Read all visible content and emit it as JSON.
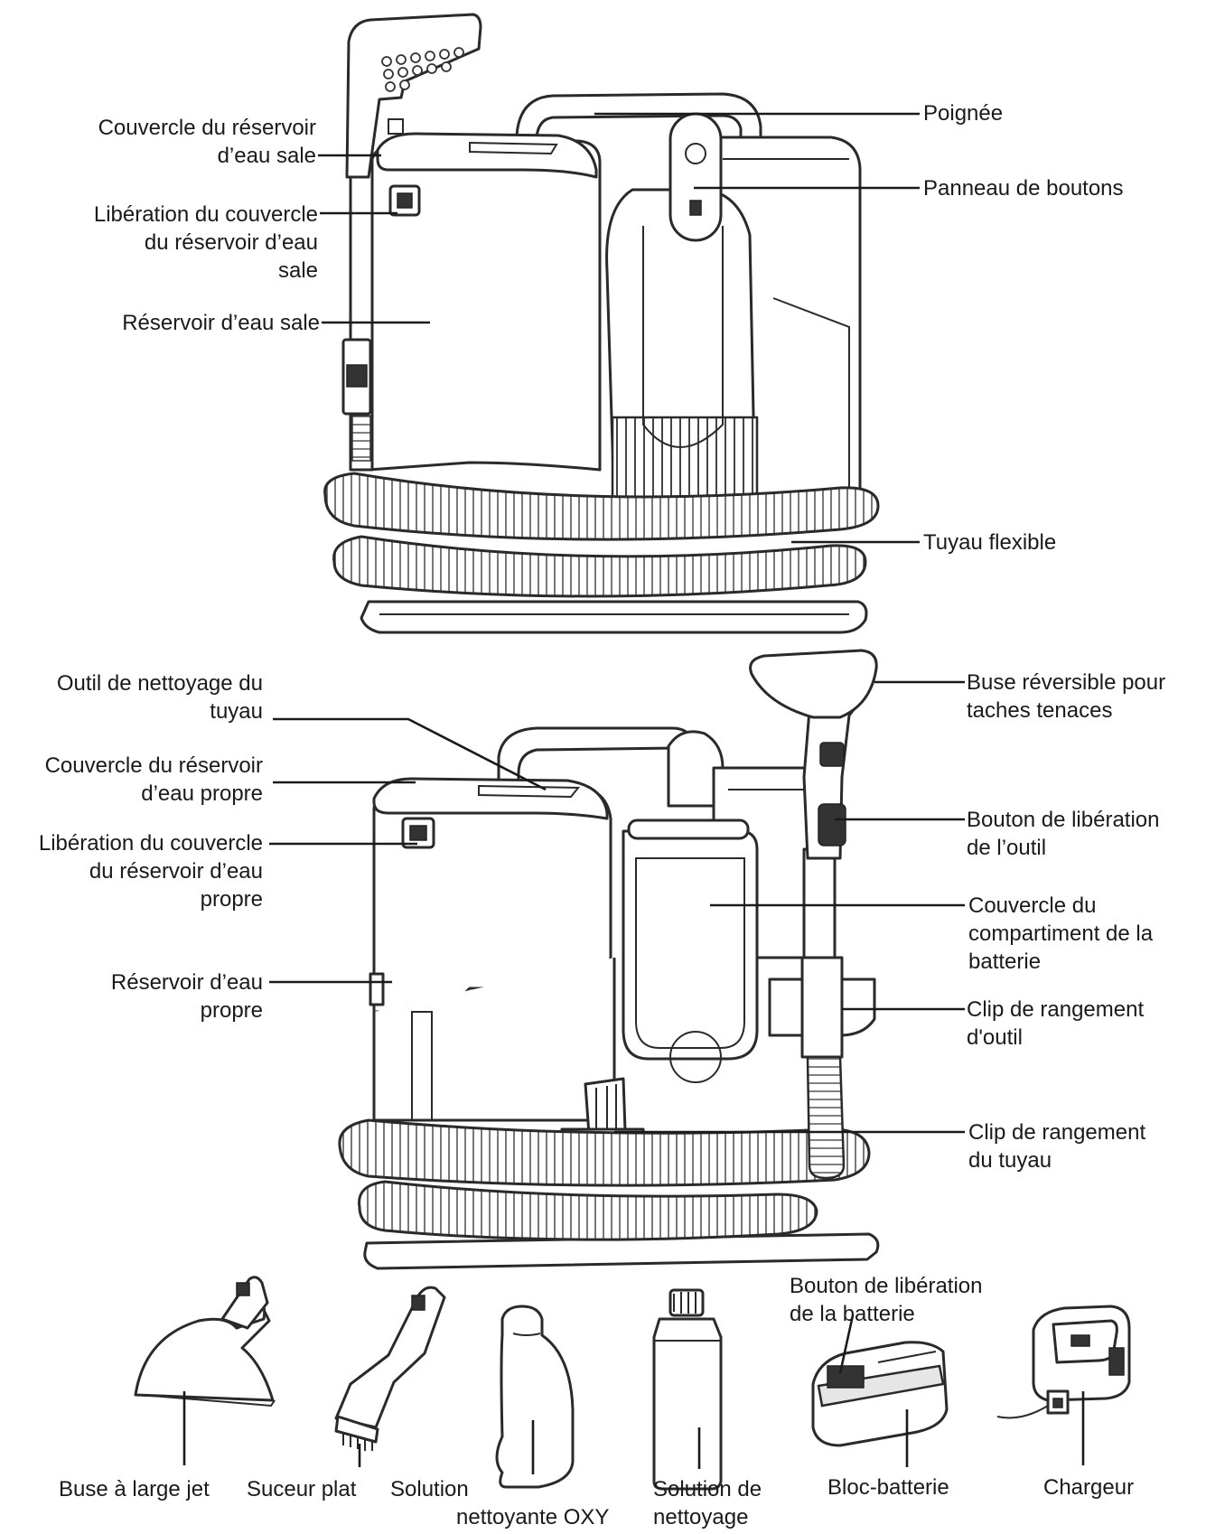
{
  "diagram": {
    "upper_unit": {
      "dirty_tank_lid": "Couvercle du réservoir\nd’eau sale",
      "dirty_tank_lid_release": "Libération du couvercle\ndu réservoir d’eau\nsale",
      "dirty_tank": "Réservoir d’eau sale",
      "handle": "Poignée",
      "button_panel": "Panneau de boutons",
      "flexible_hose": "Tuyau flexible"
    },
    "lower_unit": {
      "hose_cleaning_tool": "Outil de nettoyage du\ntuyau",
      "clean_tank_lid": "Couvercle du réservoir\nd’eau propre",
      "clean_tank_lid_release": "Libération du couvercle\ndu réservoir d’eau\npropre",
      "clean_tank": "Réservoir d’eau\npropre",
      "reversible_nozzle": "Buse réversible pour\ntaches tenaces",
      "tool_release_button": "Bouton de libération\nde l’outil",
      "battery_cover": "Couvercle du\ncompartiment de la\nbatterie",
      "tool_storage_clip": "Clip de rangement\nd'outil",
      "hose_storage_clip": "Clip de rangement\ndu tuyau"
    },
    "accessories": {
      "wide_nozzle": "Buse à large jet",
      "crevice_tool": "Suceur plat",
      "oxy_solution": "Solution\nnettoyante OXY",
      "cleaning_solution": "Solution de\nnettoyage",
      "battery_release_button": "Bouton de libération\nde la batterie",
      "battery_pack": "Bloc-batterie",
      "charger": "Chargeur"
    }
  }
}
